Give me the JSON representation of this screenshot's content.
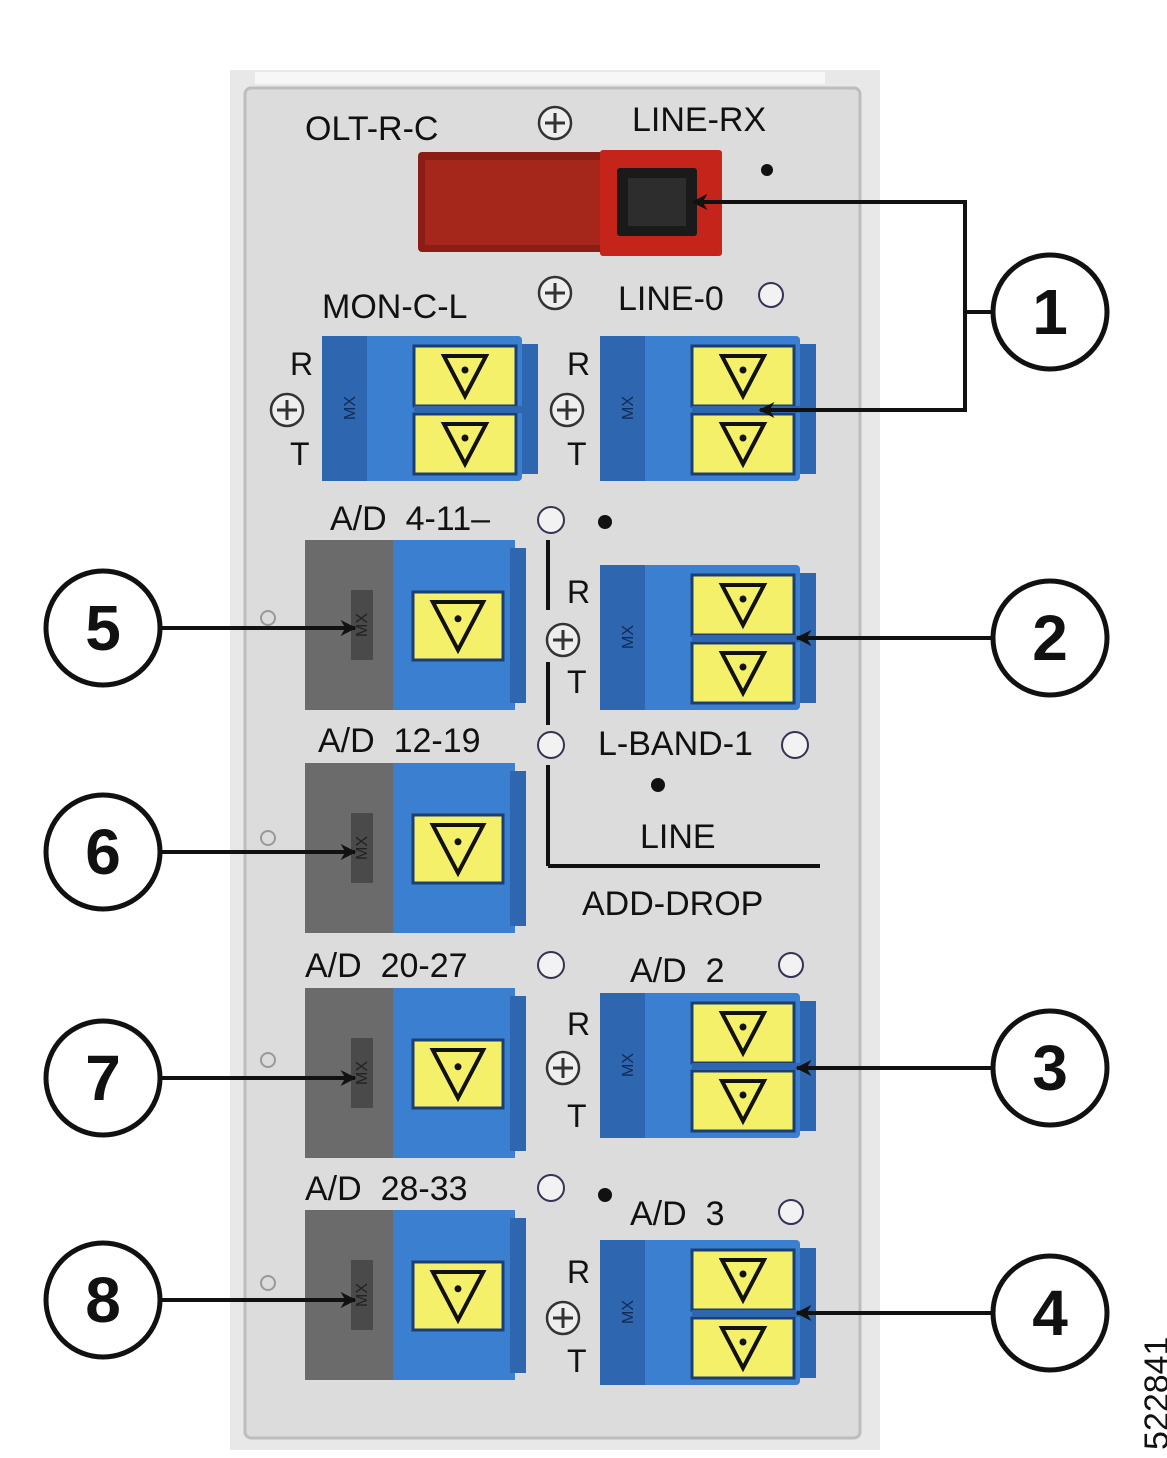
{
  "panel": {
    "colors": {
      "panel": "#dcdcdc",
      "panel_edge": "#bdbdbd",
      "adapter_blue": "#3a7fd0",
      "adapter_dark": "#2f66b0",
      "adapter_gray": "#6b6b6b",
      "port_yellow": "#f4f06a",
      "connector_red": "#b0271c",
      "callout_line": "#111111"
    },
    "labels": {
      "olt": "OLT-R-C",
      "line_rx": "LINE-RX",
      "mon": "MON-C-L",
      "line0": "LINE-0",
      "ad_4_11": "A/D  4-11–",
      "ad_12_19": "A/D  12-19",
      "ad_20_27": "A/D  20-27",
      "ad_28_33": "A/D  28-33",
      "lband": "L-BAND-1",
      "line": "LINE",
      "add_drop": "ADD-DROP",
      "ad2": "A/D  2",
      "ad3": "A/D  3",
      "r": "R",
      "t": "T",
      "mx": "MX"
    }
  },
  "callouts": [
    "1",
    "2",
    "3",
    "4",
    "5",
    "6",
    "7",
    "8"
  ],
  "figure_id": "522841"
}
